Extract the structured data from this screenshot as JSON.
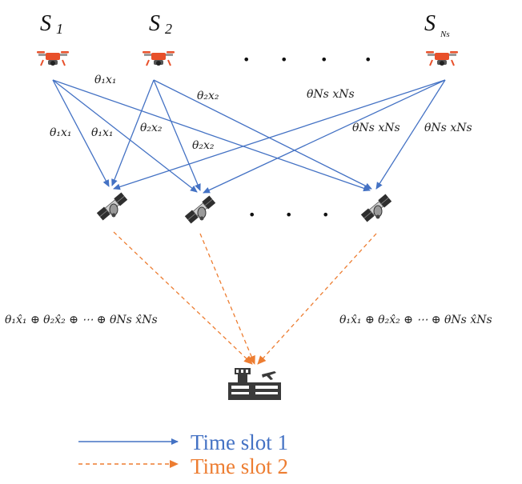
{
  "colors": {
    "time_slot_1": "#4472C4",
    "time_slot_2": "#ED7D31",
    "drone_body": "#E8502A",
    "satellite_body": "#2F2F2F",
    "tower": "#3A3A3A"
  },
  "sources": [
    {
      "label": "S",
      "sub": "1",
      "icon": "drone-icon"
    },
    {
      "label": "S",
      "sub": "2",
      "icon": "drone-icon"
    },
    {
      "label": "S",
      "sub": "Ns",
      "icon": "drone-icon"
    }
  ],
  "relays": [
    {
      "icon": "satellite-icon"
    },
    {
      "icon": "satellite-icon"
    },
    {
      "icon": "satellite-icon"
    }
  ],
  "destination": {
    "icon": "control-tower-icon"
  },
  "link_labels": {
    "s1_a": "θ₁x₁",
    "s1_b": "θ₁x₁",
    "s1_c": "θ₁x₁",
    "s2_a": "θ₂x₂",
    "s2_b": "θ₂x₂",
    "s2_c": "θ₂x₂",
    "sn_a": "θNs xNs",
    "sn_b": "θNs xNs",
    "sn_c": "θNs xNs"
  },
  "combined_left": "θ₁x̂₁ ⊕ θ₂x̂₂ ⊕ ⋯ ⊕ θNs x̂Ns",
  "combined_right": "θ₁x̂₁ ⊕ θ₂x̂₂ ⊕ ⋯ ⊕ θNs x̂Ns",
  "ellipsis_dot": "•",
  "legend": [
    {
      "label": "Time slot  1",
      "style": "solid",
      "color": "#4472C4"
    },
    {
      "label": "Time slot  2",
      "style": "dashed",
      "color": "#ED7D31"
    }
  ]
}
